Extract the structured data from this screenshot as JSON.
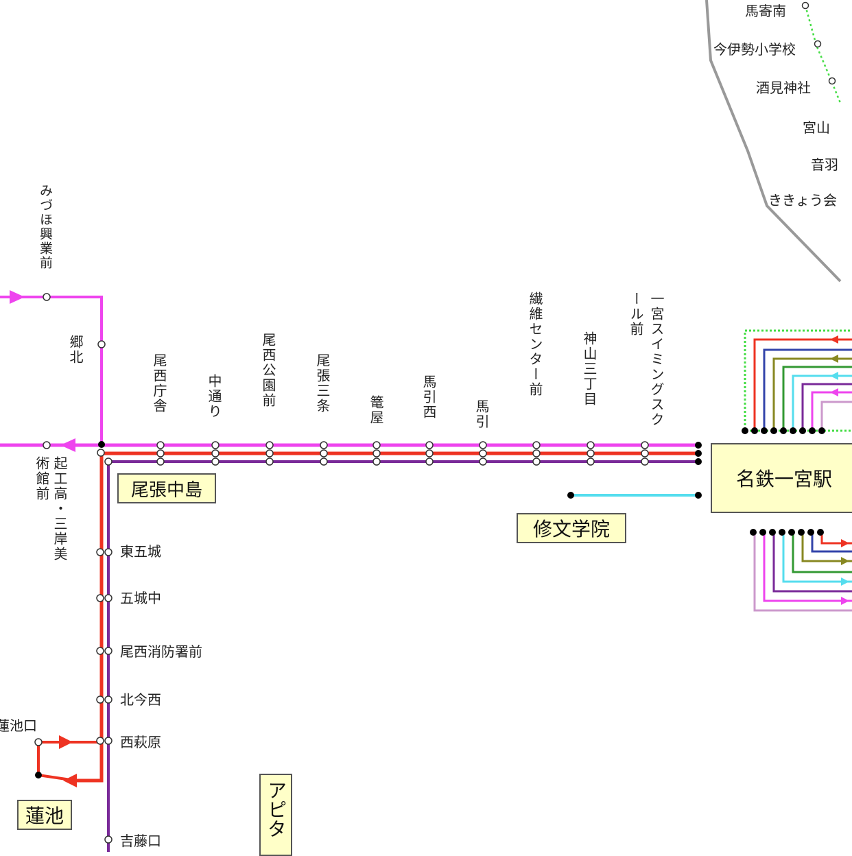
{
  "title_boxes": {
    "owari_nakashima": "尾張中島",
    "shubun_gakuin": "修文学院",
    "hasuike": "蓮池",
    "apita": "アピタ",
    "meitetsu_ichinomiya": "名鉄一宮駅"
  },
  "stops_horizontal": [
    "尾西庁舎",
    "中通り",
    "尾西公園前",
    "尾張三条",
    "篭屋",
    "馬引西",
    "馬引",
    "繊維センター前",
    "神山三丁目",
    "一宮スイミングスクール前"
  ],
  "stops_left": {
    "mizuho": "みづほ興業前",
    "gokita": "郷北",
    "okoshi": "起工高・三岸美術館前"
  },
  "stops_vertical": [
    "東五城",
    "五城中",
    "尾西消防署前",
    "北今西",
    "西萩原",
    "吉藤口"
  ],
  "stop_hasuike_guchi": "蓮池口",
  "stops_topright": [
    "馬寄南",
    "今伊勢小学校",
    "酒見神社",
    "宮山",
    "音羽",
    "ききょう会"
  ],
  "line_colors": {
    "magenta": "#ee44ee",
    "red": "#ee3322",
    "purple": "#7a2a99",
    "cyan": "#55ddee",
    "blue": "#3344aa",
    "olive": "#888822",
    "green": "#339933",
    "pink": "#cc99cc",
    "dotted_green": "#44dd44",
    "gray_border": "#999999"
  }
}
